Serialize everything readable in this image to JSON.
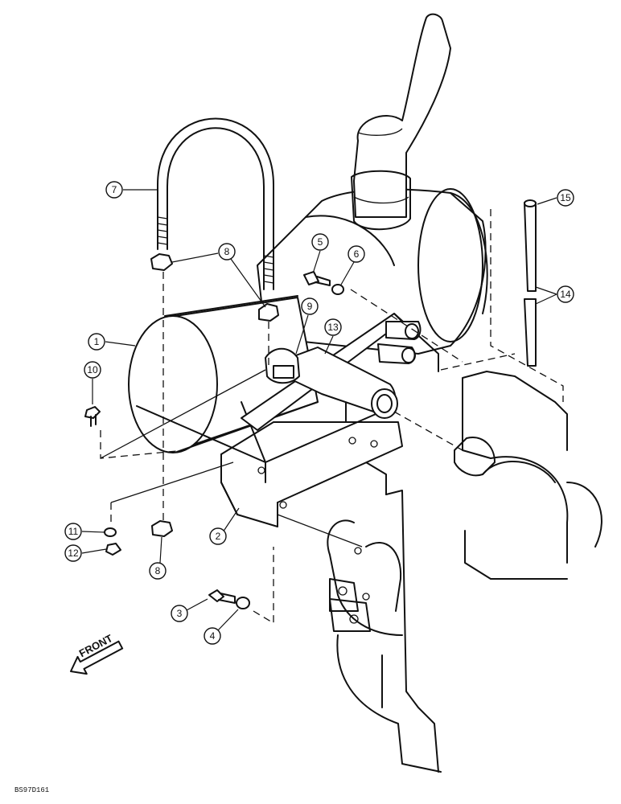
{
  "callouts": [
    {
      "label": "1"
    },
    {
      "label": "2"
    },
    {
      "label": "3"
    },
    {
      "label": "4"
    },
    {
      "label": "5"
    },
    {
      "label": "6"
    },
    {
      "label": "7"
    },
    {
      "label": "8"
    },
    {
      "label": "8"
    },
    {
      "label": "9"
    },
    {
      "label": "10"
    },
    {
      "label": "11"
    },
    {
      "label": "12"
    },
    {
      "label": "13"
    },
    {
      "label": "14"
    },
    {
      "label": "15"
    }
  ],
  "front_label": "FRONT",
  "figure_id": "BS97D161"
}
